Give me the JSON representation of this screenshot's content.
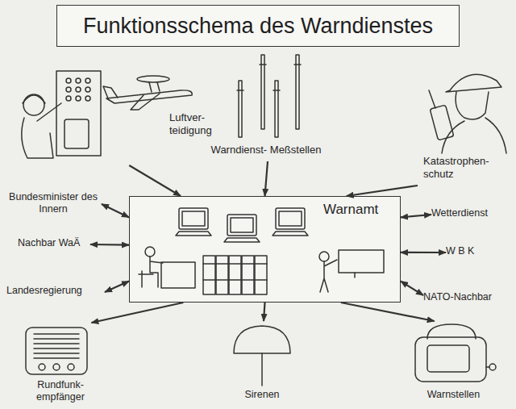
{
  "diagram": {
    "title": "Funktionsschema des Warndienstes",
    "nodes": [
      {
        "text": [
          "Luftver- teidigung"
        ]
      },
      {
        "text": [
          "Warndienst- Meßstellen"
        ]
      },
      {
        "text": [
          "Katastrophen- schutz"
        ]
      },
      {
        "text": [
          "Warnamt"
        ]
      },
      {
        "text": [
          "Bundesminister des Innern"
        ]
      },
      {
        "text": [
          "Wetterdienst"
        ]
      },
      {
        "text": [
          "Nachbar WaÄ"
        ]
      },
      {
        "text": [
          "W B K"
        ]
      },
      {
        "text": [
          "Landesregierung"
        ]
      },
      {
        "text": [
          "NATO-Nachbar"
        ]
      },
      {
        "text": [
          "Rundfunk- empfänger"
        ]
      },
      {
        "text": [
          "Sirenen"
        ]
      },
      {
        "text": [
          "Warnstellen"
        ]
      }
    ],
    "edges": [
      {
        "from": 0,
        "to": 3,
        "arrow": "to"
      },
      {
        "from": 1,
        "to": 3,
        "arrow": "to"
      },
      {
        "from": 2,
        "to": 3,
        "arrow": "to"
      },
      {
        "from": 4,
        "to": 3,
        "arrow": "both"
      },
      {
        "from": 6,
        "to": 3,
        "arrow": "both"
      },
      {
        "from": 8,
        "to": 3,
        "arrow": "both"
      },
      {
        "from": 5,
        "to": 3,
        "arrow": "both"
      },
      {
        "from": 7,
        "to": 3,
        "arrow": "both"
      },
      {
        "from": 9,
        "to": 3,
        "arrow": "both"
      },
      {
        "from": 3,
        "to": 10,
        "arrow": "to"
      },
      {
        "from": 3,
        "to": 11,
        "arrow": "to"
      },
      {
        "from": 3,
        "to": 12,
        "arrow": "to"
      }
    ]
  }
}
